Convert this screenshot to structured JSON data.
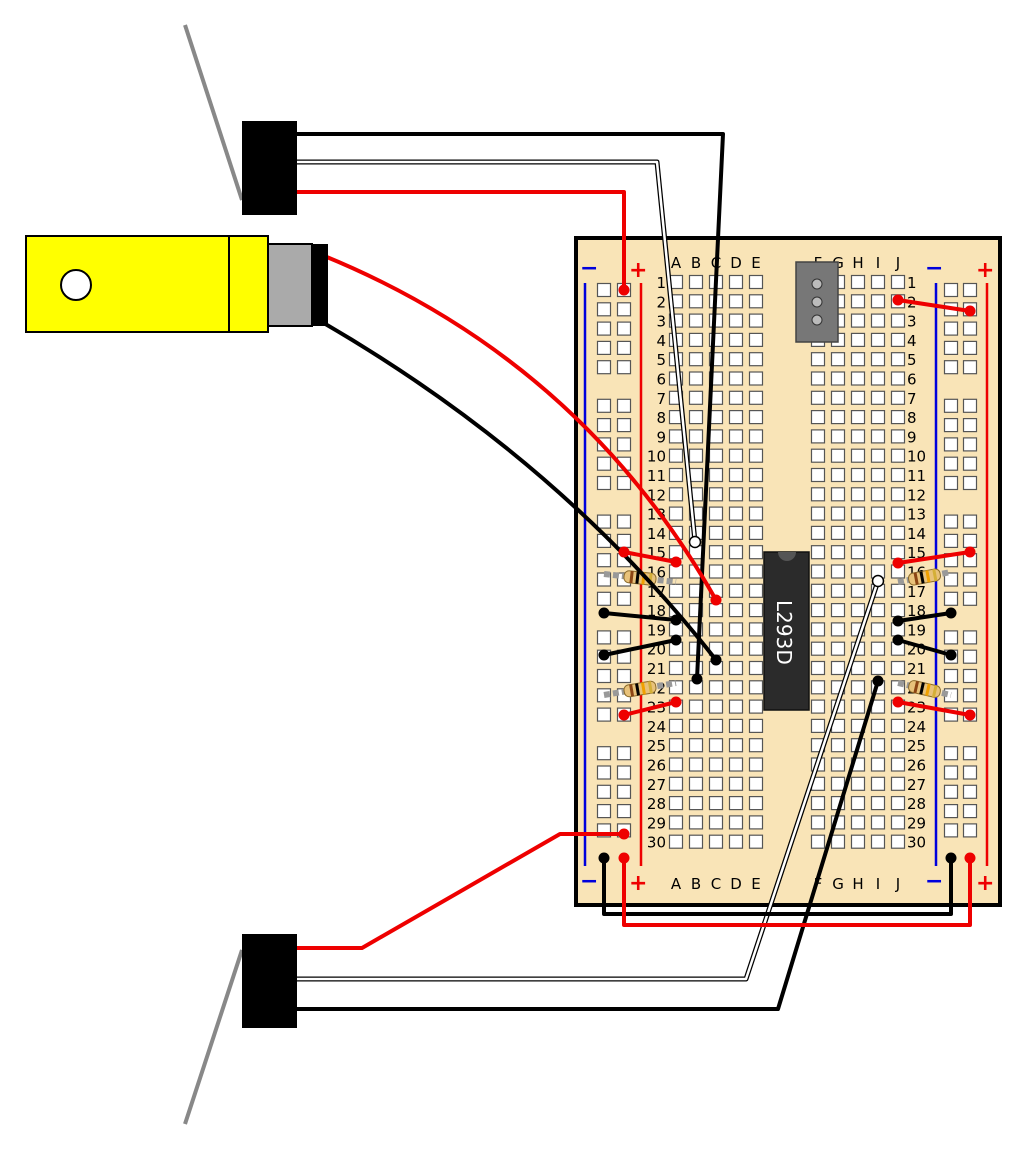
{
  "breadboard": {
    "left_columns": [
      "A",
      "B",
      "C",
      "D",
      "E"
    ],
    "right_columns": [
      "F",
      "G",
      "H",
      "I",
      "J"
    ],
    "rows": [
      "1",
      "2",
      "3",
      "4",
      "5",
      "6",
      "7",
      "8",
      "9",
      "10",
      "11",
      "12",
      "13",
      "14",
      "15",
      "16",
      "17",
      "18",
      "19",
      "20",
      "21",
      "22",
      "23",
      "24",
      "25",
      "26",
      "27",
      "28",
      "29",
      "30"
    ],
    "rail_minus": "−",
    "rail_plus": "+"
  },
  "chip": {
    "label": "L293D"
  },
  "colors": {
    "board": "#f9e4b7",
    "hole": "#ffffff",
    "red_wire": "#ee0000",
    "black_wire": "#000000",
    "blue_rail": "#0000dd",
    "red_rail": "#ee0000",
    "motor_body": "#ffff00",
    "chip": "#2b2b2b"
  }
}
